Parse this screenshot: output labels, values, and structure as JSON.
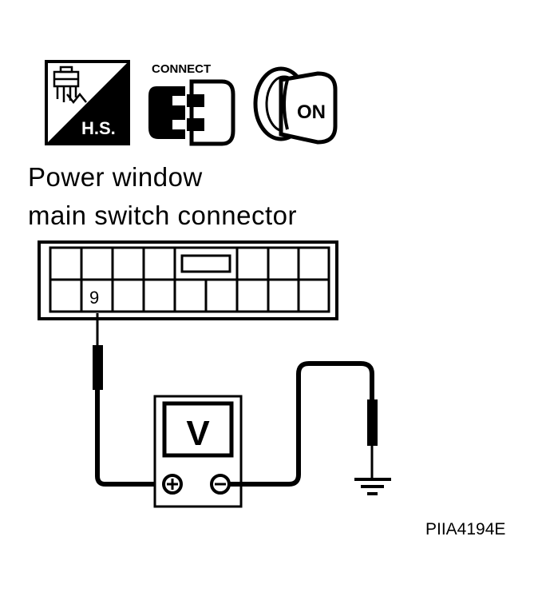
{
  "icons": {
    "harness_side": {
      "name": "harness-side-icon",
      "text": "H.S."
    },
    "connect": {
      "name": "connect-icon",
      "text": "CONNECT"
    },
    "ignition": {
      "name": "ignition-key-on-icon",
      "text": "ON"
    }
  },
  "title": {
    "line1": "Power window",
    "line2": "main switch connector"
  },
  "connector": {
    "terminal_label": "9"
  },
  "meter": {
    "display": "V",
    "plus": "+",
    "minus": "−"
  },
  "figure_id": "PIIA4194E",
  "colors": {
    "ink": "#000000",
    "background": "#ffffff"
  }
}
